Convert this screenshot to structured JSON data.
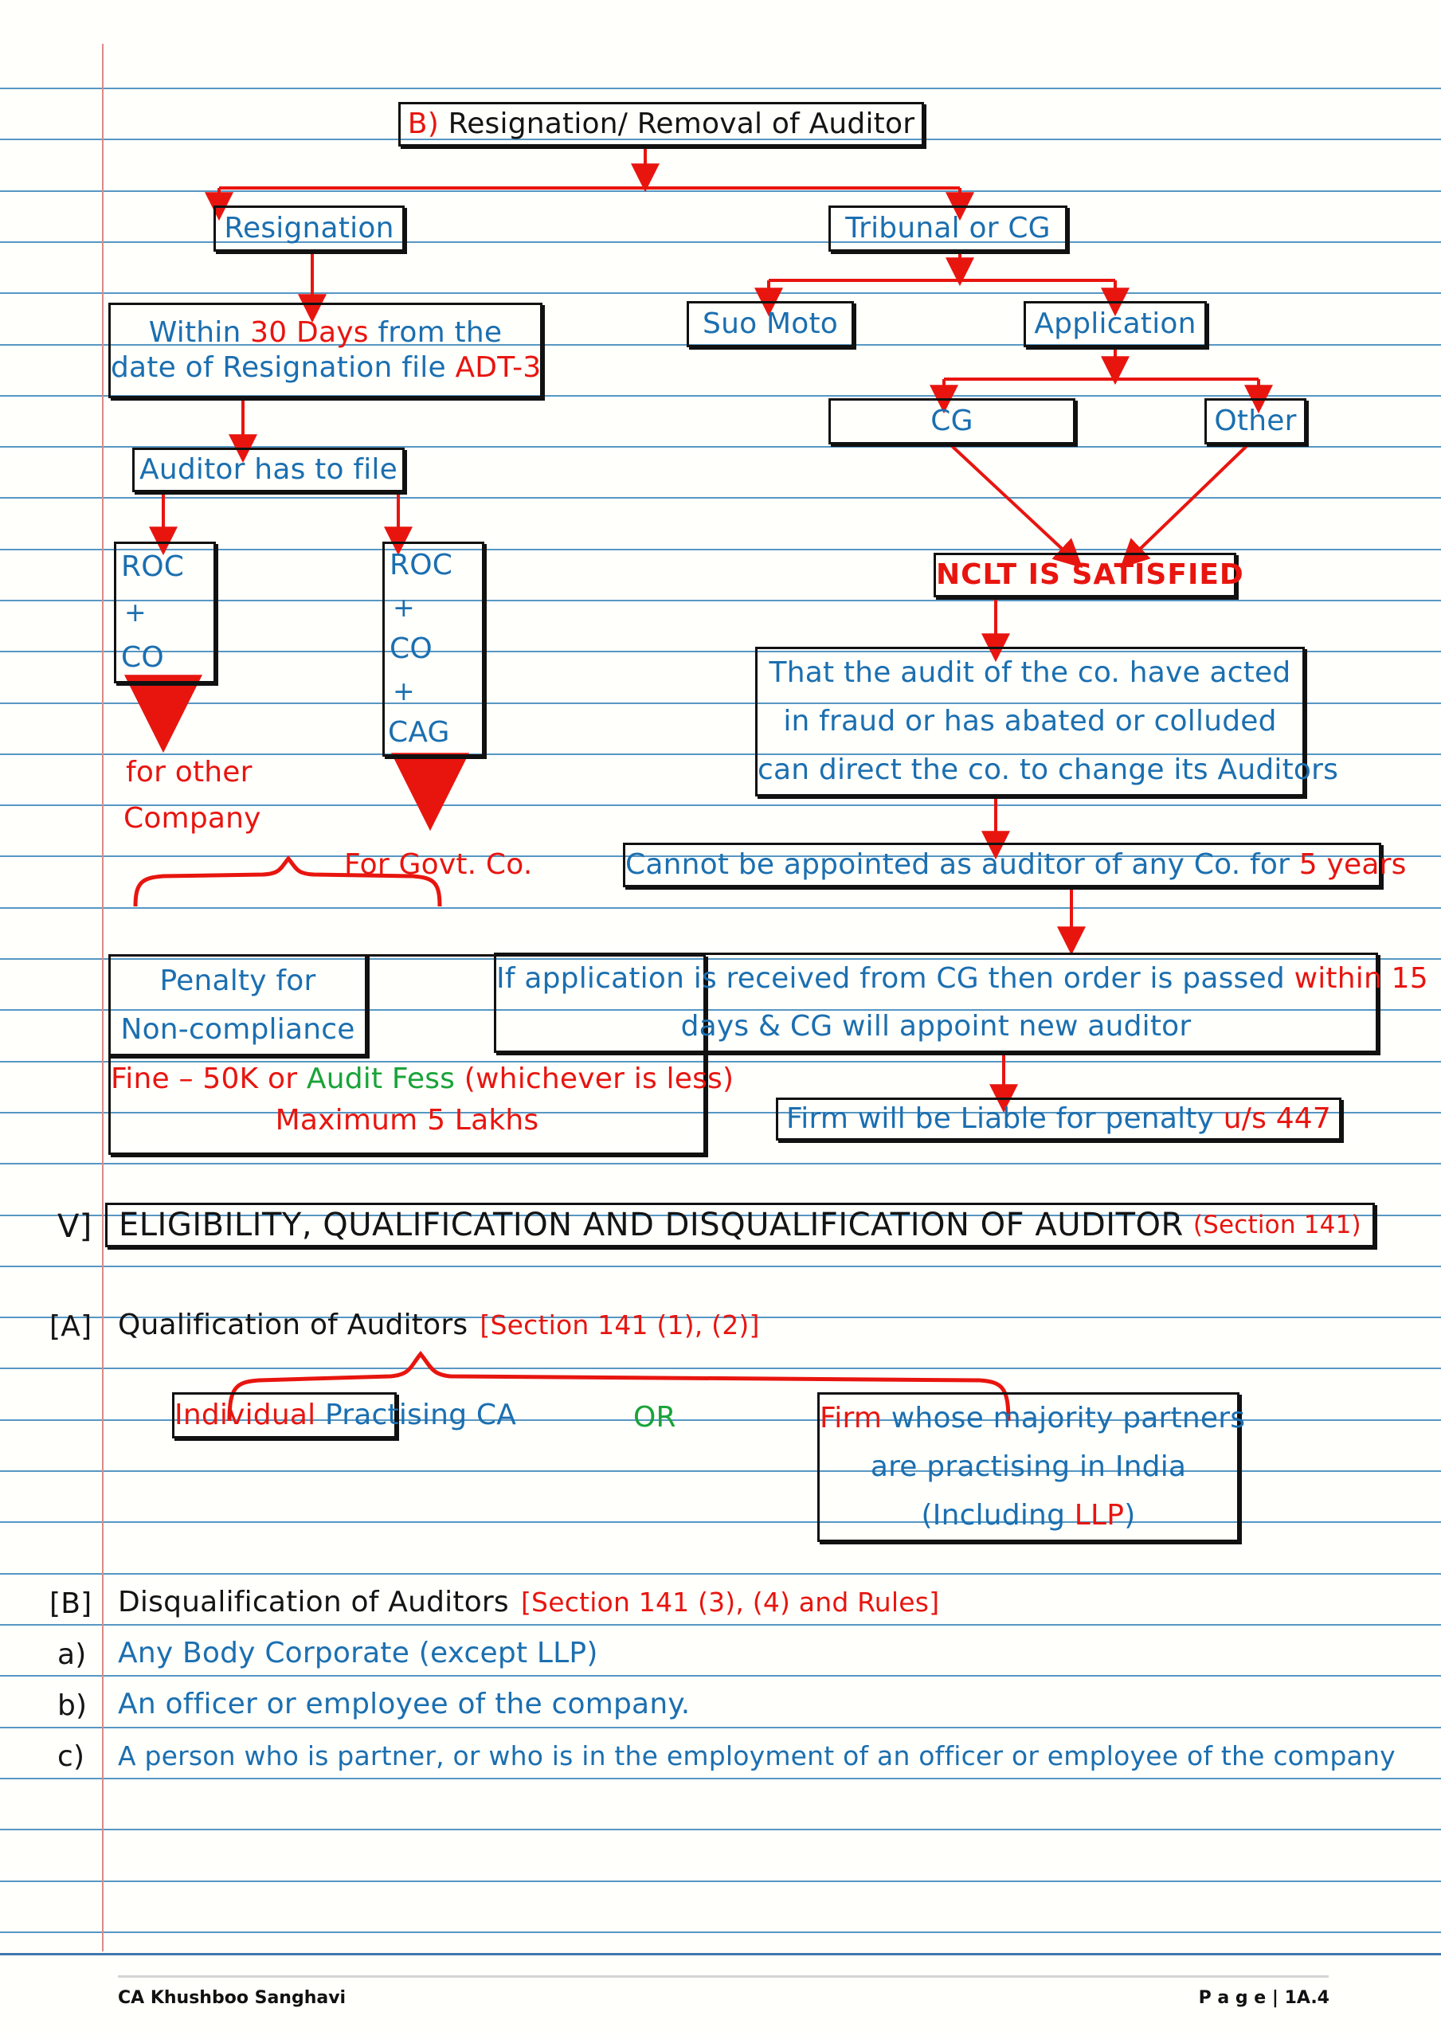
{
  "page": {
    "paper": "ruled-notebook",
    "colors": {
      "ink_blue": "#1b6fb0",
      "ink_red": "#e8150f",
      "ink_green": "#19a338",
      "ink_black": "#141414",
      "rule_line": "#3a85b8",
      "margin_line": "#d98a8a",
      "box_border": "#111111"
    }
  },
  "footer": {
    "author": "CA Khushboo Sanghavi",
    "page_label": "P a g e | 1A.4"
  },
  "flowchart": {
    "title": {
      "prefix": "B)",
      "text": "Resignation/ Removal of Auditor"
    },
    "nodes": {
      "resignation": "Resignation",
      "tribunal_or_cg": "Tribunal or CG",
      "suo_moto": "Suo Moto",
      "application": "Application",
      "cg": "CG",
      "other": "Other",
      "within_30_days_l1": "Within 30 Days from the",
      "within_30_days_l1_plain": "Within ",
      "within_30_days_l1_red": "30 Days",
      "within_30_days_l1_tail": " from the",
      "within_30_days_l2_plain": "date of Resignation file ",
      "within_30_days_l2_red": "ADT-3",
      "auditor_has_to_file": "Auditor has to file",
      "roc_left_1": "ROC",
      "roc_left_2": "+",
      "roc_left_3": "CO",
      "roc_right_1": "ROC",
      "roc_right_2": "+",
      "roc_right_3": "CO",
      "roc_right_4": "+",
      "roc_right_5": "CAG",
      "for_other_company_l1": "for other",
      "for_other_company_l2": "Company",
      "for_govt_co": "For Govt. Co.",
      "nclt_is_satisfied": "NCLT IS SATISFIED",
      "fraud_l1": "That the audit of the co. have acted",
      "fraud_l2": "in fraud or has abated or colluded",
      "fraud_l3": "can direct the co. to change its Auditors",
      "cannot_be_appointed_plain": "Cannot be appointed as auditor of any Co. for ",
      "cannot_be_appointed_red": "5 years",
      "penalty_l1": "Penalty for",
      "penalty_l2": "Non-compliance",
      "fine_a": "Fine – 50K or ",
      "fine_b": "Audit Fess",
      "fine_c": " (whichever is less)",
      "max_5_lakhs": "Maximum 5 Lakhs",
      "if_application_l1_plain": "If application is received from CG then order is passed ",
      "if_application_l1_red": "within 15",
      "if_application_l2": "days & CG will appoint new auditor",
      "firm_liable_plain": "Firm will be Liable for penalty ",
      "firm_liable_red": "u/s 447"
    }
  },
  "section_v": {
    "numeral": "V]",
    "heading": "ELIGIBILITY, QUALIFICATION AND DISQUALIFICATION OF AUDITOR",
    "reference": "(Section 141)"
  },
  "section_a": {
    "label": "[A]",
    "heading": "Qualification of Auditors",
    "reference": "[Section 141 (1), (2)]",
    "option_left_red": "Individual",
    "option_left_blue": " Practising CA",
    "conjunction": "OR",
    "option_right_l1_red": "Firm",
    "option_right_l1_blue": " whose majority partners",
    "option_right_l2": "are practising in India",
    "option_right_l3_plain": "(Including ",
    "option_right_l3_red": "LLP",
    "option_right_l3_tail": ")"
  },
  "section_b": {
    "label": "[B]",
    "heading": "Disqualification of Auditors",
    "reference": "[Section 141 (3), (4) and Rules]",
    "items": [
      {
        "marker": "a)",
        "text": "Any Body Corporate (except LLP)"
      },
      {
        "marker": "b)",
        "text": "An officer or employee of the company."
      },
      {
        "marker": "c)",
        "text": "A person who is partner, or who is in the employment of an officer or employee of the company"
      }
    ]
  }
}
